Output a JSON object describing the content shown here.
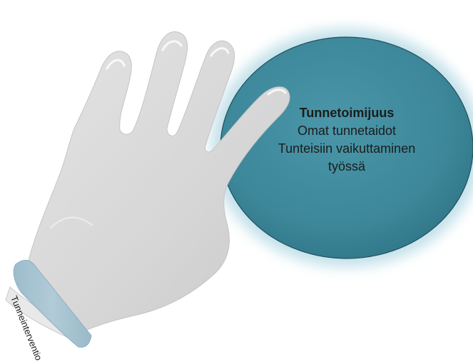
{
  "circle": {
    "title": "Tunnetoimijuus",
    "lines": [
      "Omat tunnetaidot",
      "Tunteisiin vaikuttaminen",
      "työssä"
    ]
  },
  "wristband": {
    "label": "Tunneinterventio"
  },
  "colors": {
    "circle_fill": "#3f8a9c",
    "circle_glow": "#b7dbe6",
    "glove_fill": "#d9d9da",
    "glove_highlight": "#ffffff",
    "wristband_fill": "#a9c4d2"
  },
  "icons": [
    "glove-hand-icon"
  ]
}
